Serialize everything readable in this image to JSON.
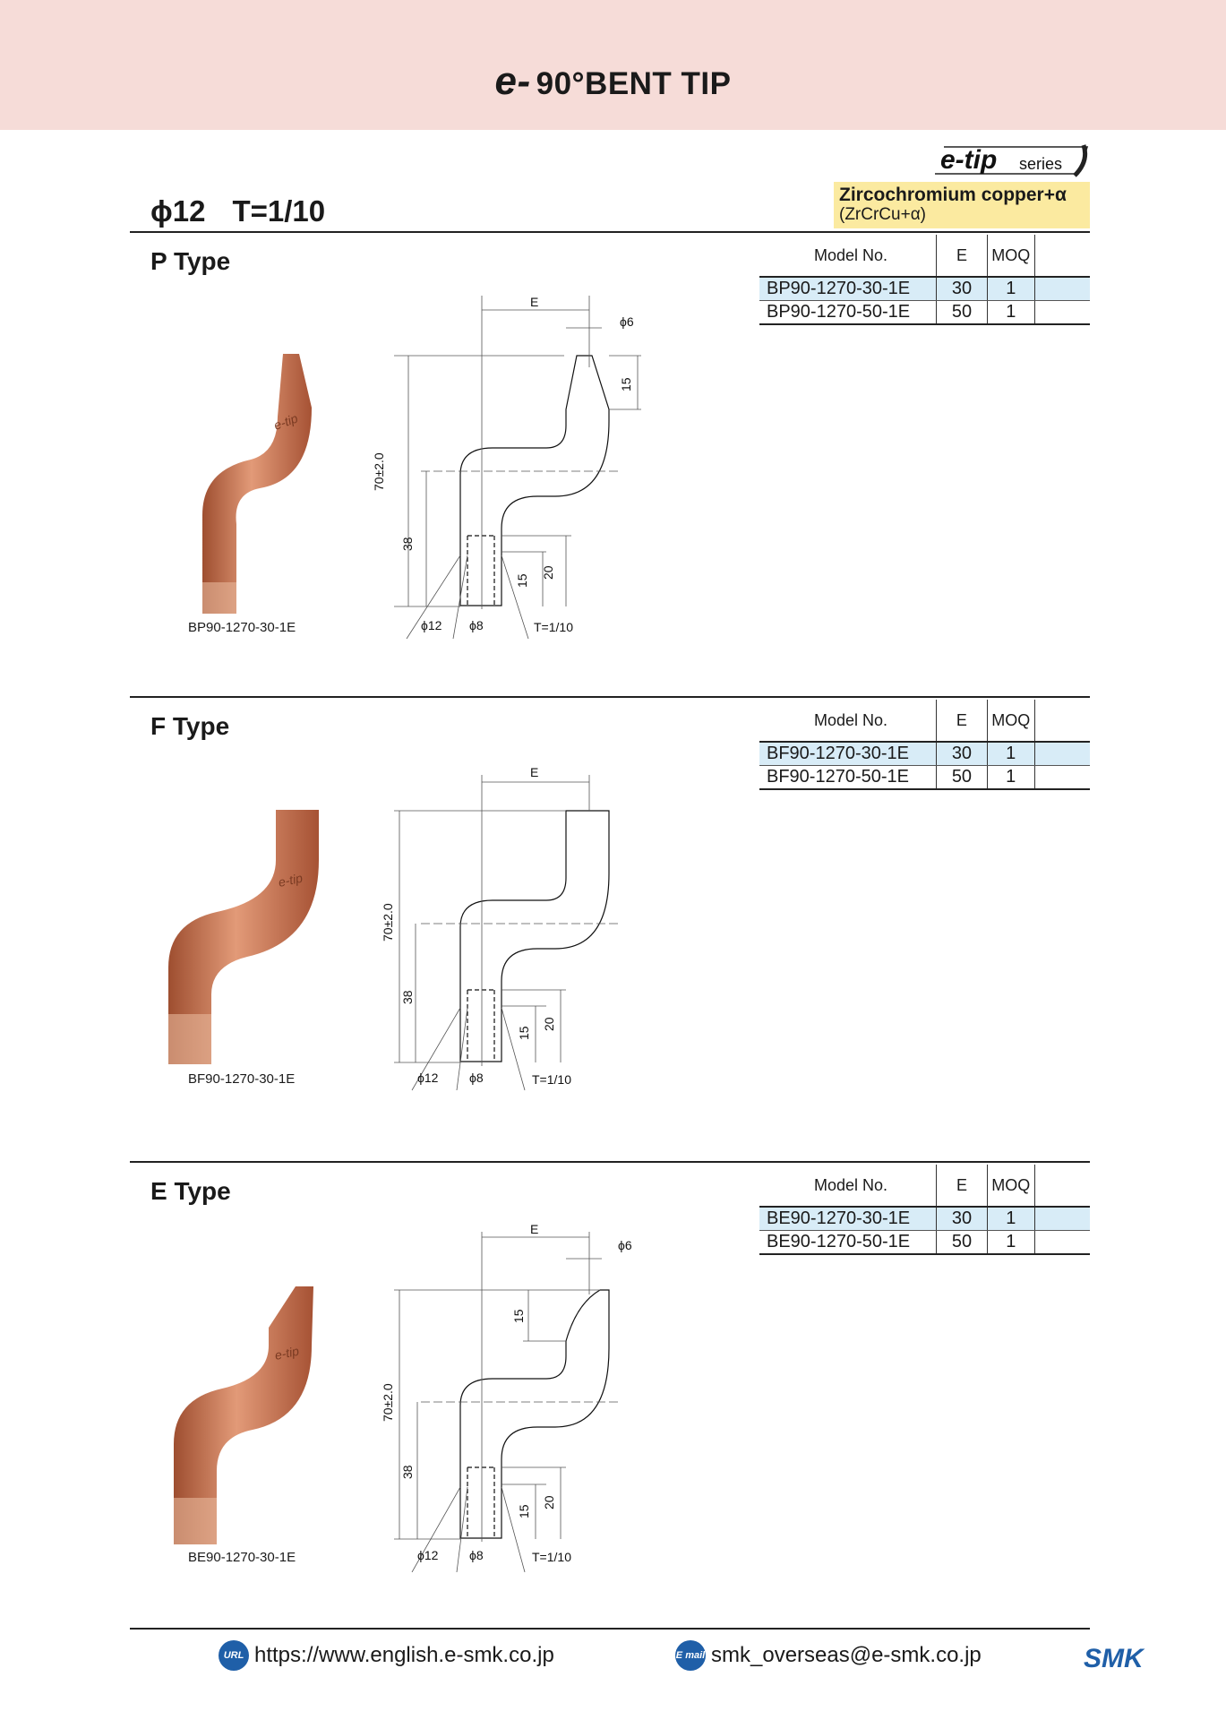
{
  "header": {
    "logo": "e-",
    "title": "90°BENT TIP"
  },
  "series_logo": {
    "brand": "e-tip",
    "suffix": "series"
  },
  "material": {
    "name": "Zircochromium copper+α",
    "formula": "(ZrCrCu+α)"
  },
  "spec": {
    "diameter": "ϕ12",
    "taper": "T=1/10"
  },
  "table_headers": {
    "model": "Model No.",
    "e": "E",
    "moq": "MOQ"
  },
  "sections": [
    {
      "title": "P Type",
      "photo_caption": "BP90-1270-30-1E",
      "rows": [
        {
          "model": "BP90-1270-30-1E",
          "e": "30",
          "moq": "1"
        },
        {
          "model": "BP90-1270-50-1E",
          "e": "50",
          "moq": "1"
        }
      ],
      "dims": {
        "e": "E",
        "tip": "ϕ6",
        "tip_len": "15",
        "total": "70±2.0",
        "bend": "38",
        "taper_len": "15",
        "bore": "20",
        "outer": "ϕ12",
        "inner": "ϕ8",
        "taper": "T=1/10"
      }
    },
    {
      "title": "F Type",
      "photo_caption": "BF90-1270-30-1E",
      "rows": [
        {
          "model": "BF90-1270-30-1E",
          "e": "30",
          "moq": "1"
        },
        {
          "model": "BF90-1270-50-1E",
          "e": "50",
          "moq": "1"
        }
      ],
      "dims": {
        "e": "E",
        "total": "70±2.0",
        "bend": "38",
        "taper_len": "15",
        "bore": "20",
        "outer": "ϕ12",
        "inner": "ϕ8",
        "taper": "T=1/10"
      }
    },
    {
      "title": "E Type",
      "photo_caption": "BE90-1270-30-1E",
      "rows": [
        {
          "model": "BE90-1270-30-1E",
          "e": "30",
          "moq": "1"
        },
        {
          "model": "BE90-1270-50-1E",
          "e": "50",
          "moq": "1"
        }
      ],
      "dims": {
        "e": "E",
        "tip": "ϕ6",
        "tip_len": "15",
        "total": "70±2.0",
        "bend": "38",
        "taper_len": "15",
        "bore": "20",
        "outer": "ϕ12",
        "inner": "ϕ8",
        "taper": "T=1/10"
      }
    }
  ],
  "footer": {
    "url_badge": "URL",
    "url": "https://www.english.e-smk.co.jp",
    "mail_badge": "E mail",
    "email": "smk_overseas@e-smk.co.jp",
    "brand": "SMK"
  },
  "colors": {
    "header_bg": "#f6dcd8",
    "material_bg": "#fbeaa0",
    "row_highlight": "#d8ecf7",
    "copper": "#c8744f",
    "brand_blue": "#1f5fa8"
  }
}
